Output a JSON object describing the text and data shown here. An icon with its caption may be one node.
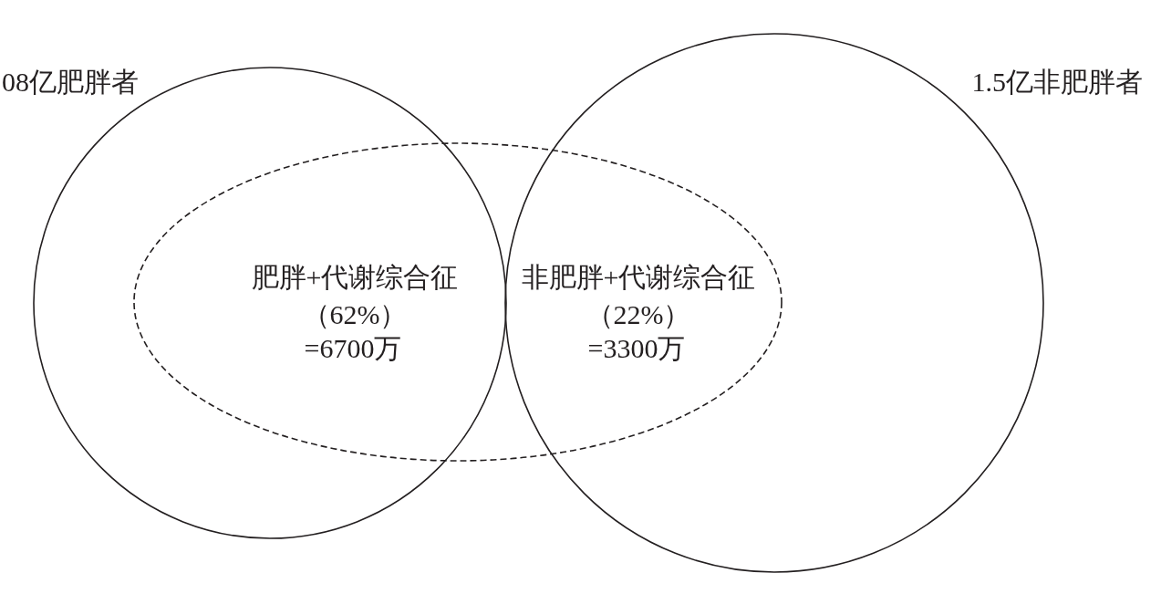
{
  "diagram": {
    "nodes": [
      {
        "text": [
          "08亿肥胖者"
        ]
      },
      {
        "text": [
          "1.5亿非肥胖者"
        ]
      },
      {
        "text": [],
        "shape": "ellipse"
      }
    ],
    "labels": [
      "肥胖+代谢综合征",
      "（62%）",
      "=6700万",
      "非肥胖+代谢综合征",
      "（22%）",
      "=3300万"
    ]
  }
}
